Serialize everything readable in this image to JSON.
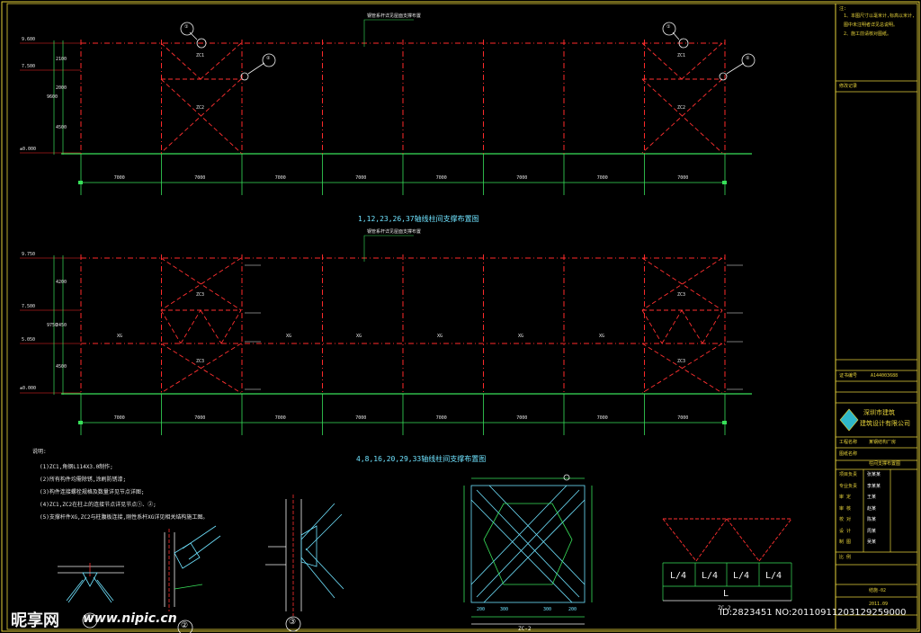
{
  "elevation_top": {
    "title": "1,12,23,26,37轴线柱间支撑布置图",
    "spans": [
      "7000",
      "7000",
      "7000",
      "7000",
      "7000",
      "7000",
      "7000",
      "7000"
    ],
    "levels": [
      "9.600",
      "7.500",
      "±0.000"
    ],
    "vertical_dims": [
      "2100",
      "2000",
      "4500",
      "9600"
    ],
    "brace_tags": [
      "ZC1",
      "ZC2",
      "ZC1",
      "ZC2"
    ],
    "callout_note": "钢管系杆详见屋面支撑布置",
    "detail_bubbles": [
      "①",
      "②",
      "①",
      "②"
    ]
  },
  "elevation_bottom": {
    "title": "4,8,16,20,29,33轴线柱间支撑布置图",
    "spans": [
      "7000",
      "7000",
      "7000",
      "7000",
      "7000",
      "7000",
      "7000",
      "7000"
    ],
    "levels": [
      "9.750",
      "7.500",
      "5.050",
      "±0.000"
    ],
    "vertical_dims": [
      "4200",
      "2450",
      "4500",
      "9750"
    ],
    "brace_tags": [
      "ZC3",
      "ZC3",
      "ZC3",
      "ZC3"
    ],
    "beam_tags": [
      "XG",
      "XG",
      "XG",
      "XG",
      "XG",
      "XG"
    ],
    "callout_note": "钢管系杆详见屋面支撑布置"
  },
  "notes": {
    "heading": "说明:",
    "items": [
      "(1)ZC1,角钢L114X3.0制作;",
      "(2)所有构件均需除锈,涂刷防锈漆;",
      "(3)构件连接螺栓规格及数量详见节点详图;",
      "(4)ZC1,ZC2在柱上的连接节点详见节点①、②;",
      "(5)支撑杆件XG,ZC2与柱腹板连接,刚性系杆XG详见相关结构施工图。"
    ]
  },
  "details": {
    "d1_label": "①",
    "d2_label": "②",
    "d3_label": "③",
    "d4_title": "ZC-2",
    "d4_dims": [
      "200",
      "300",
      "300",
      "200"
    ],
    "d5_quarter_labels": [
      "L/4",
      "L/4",
      "L/4",
      "L/4"
    ],
    "d5_total": "L",
    "d5_title": "ZC-2"
  },
  "title_block": {
    "notes_heading": "注:",
    "notes": [
      "1、本图尺寸以毫米计,标高以米计,",
      "   图中未注明者详见总说明。",
      "2、施工前请核对图纸。"
    ],
    "rev_label": "修改记录",
    "company_line1": "深圳市建筑",
    "company_line2": "建筑设计有限公司",
    "cert_label": "证书编号",
    "cert_no": "A144003688",
    "project_label": "工程名称",
    "project_name": "某钢结构厂房",
    "drawing_label": "图纸名称",
    "drawing_name": "柱间支撑布置图",
    "rows": [
      {
        "k": "项目负责",
        "v": "张某某"
      },
      {
        "k": "专业负责",
        "v": "李某某"
      },
      {
        "k": "审 定",
        "v": "王某"
      },
      {
        "k": "审 核",
        "v": "赵某"
      },
      {
        "k": "校 对",
        "v": "陈某"
      },
      {
        "k": "设 计",
        "v": "周某"
      },
      {
        "k": "制 图",
        "v": "吴某"
      }
    ],
    "scale_label": "比 例",
    "sheet_no": "结施-02",
    "date": "2011.09"
  },
  "watermark": {
    "brand": "昵享网",
    "url": "www.nipic.cn",
    "id_text": "ID:2823451 NO:20110911203129259000"
  },
  "colors": {
    "background": "#000000",
    "column": "#ff2a2a",
    "ground": "#38e05a",
    "brace": "#ff3030",
    "detail": "#6fe3ff",
    "frame": "#e6d23a"
  }
}
